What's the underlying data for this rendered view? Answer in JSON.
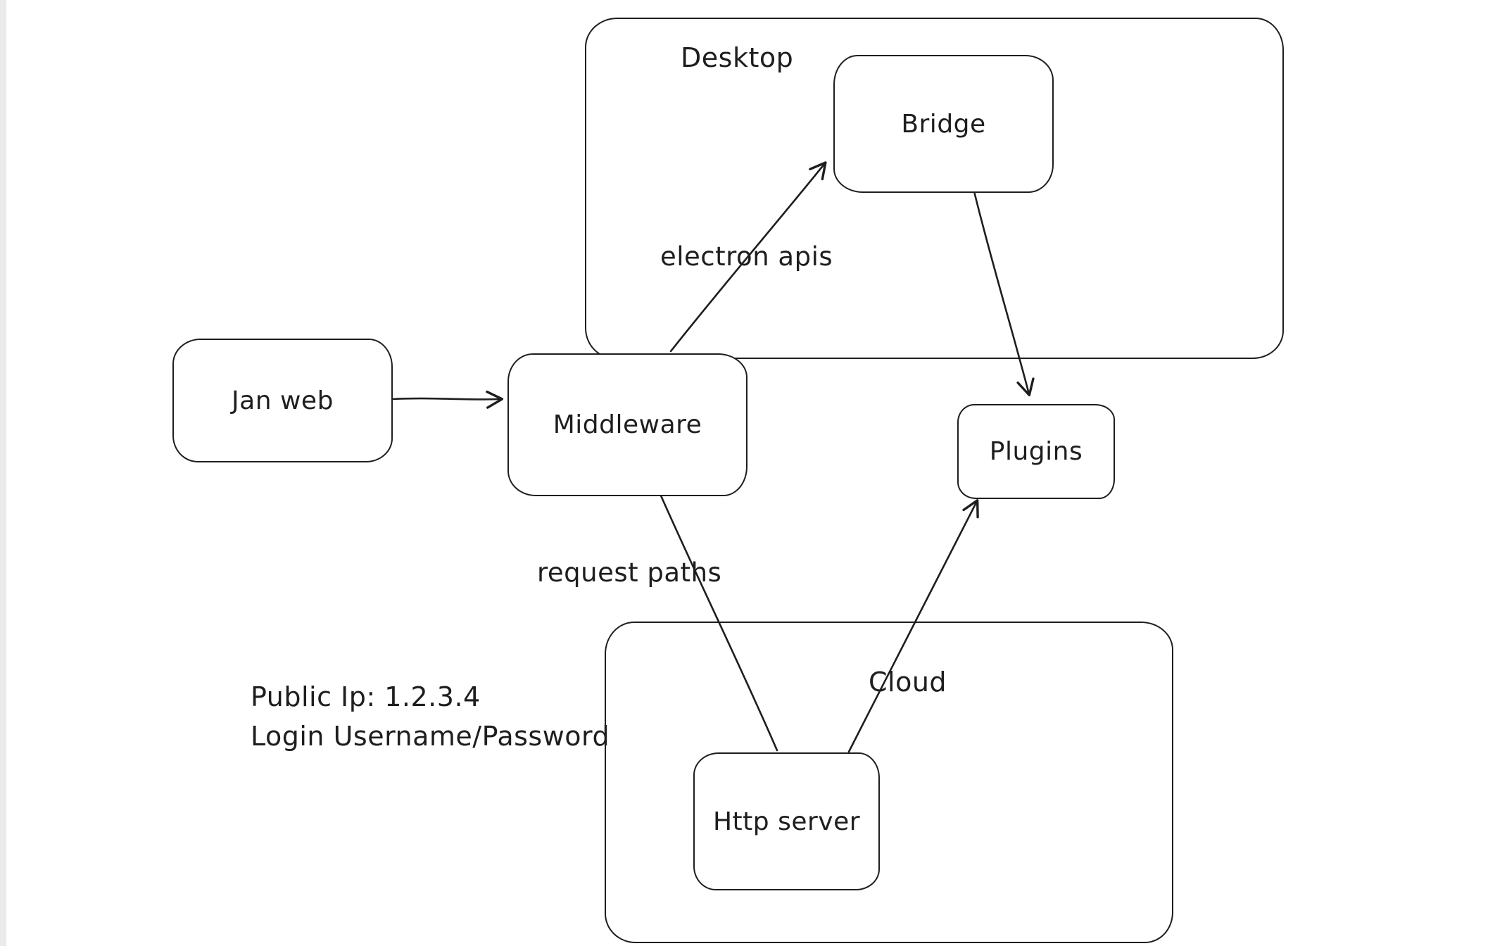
{
  "diagram": {
    "containers": [
      {
        "id": "desktop",
        "label": "Desktop"
      },
      {
        "id": "cloud",
        "label": "Cloud"
      }
    ],
    "nodes": [
      {
        "id": "jan-web",
        "label": "Jan web"
      },
      {
        "id": "middleware",
        "label": "Middleware"
      },
      {
        "id": "bridge",
        "label": "Bridge"
      },
      {
        "id": "plugins",
        "label": "Plugins"
      },
      {
        "id": "http-server",
        "label": "Http server"
      }
    ],
    "edges": [
      {
        "from": "jan-web",
        "to": "middleware",
        "label": ""
      },
      {
        "from": "middleware",
        "to": "bridge",
        "label": "electron apis"
      },
      {
        "from": "bridge",
        "to": "plugins",
        "label": ""
      },
      {
        "from": "middleware",
        "to": "http-server",
        "label": "request paths"
      },
      {
        "from": "http-server",
        "to": "plugins",
        "label": ""
      }
    ],
    "annotations": [
      "Public Ip: 1.2.3.4",
      "Login Username/Password"
    ],
    "colors": {
      "stroke": "#1e1e1e",
      "background": "#ffffff"
    }
  }
}
